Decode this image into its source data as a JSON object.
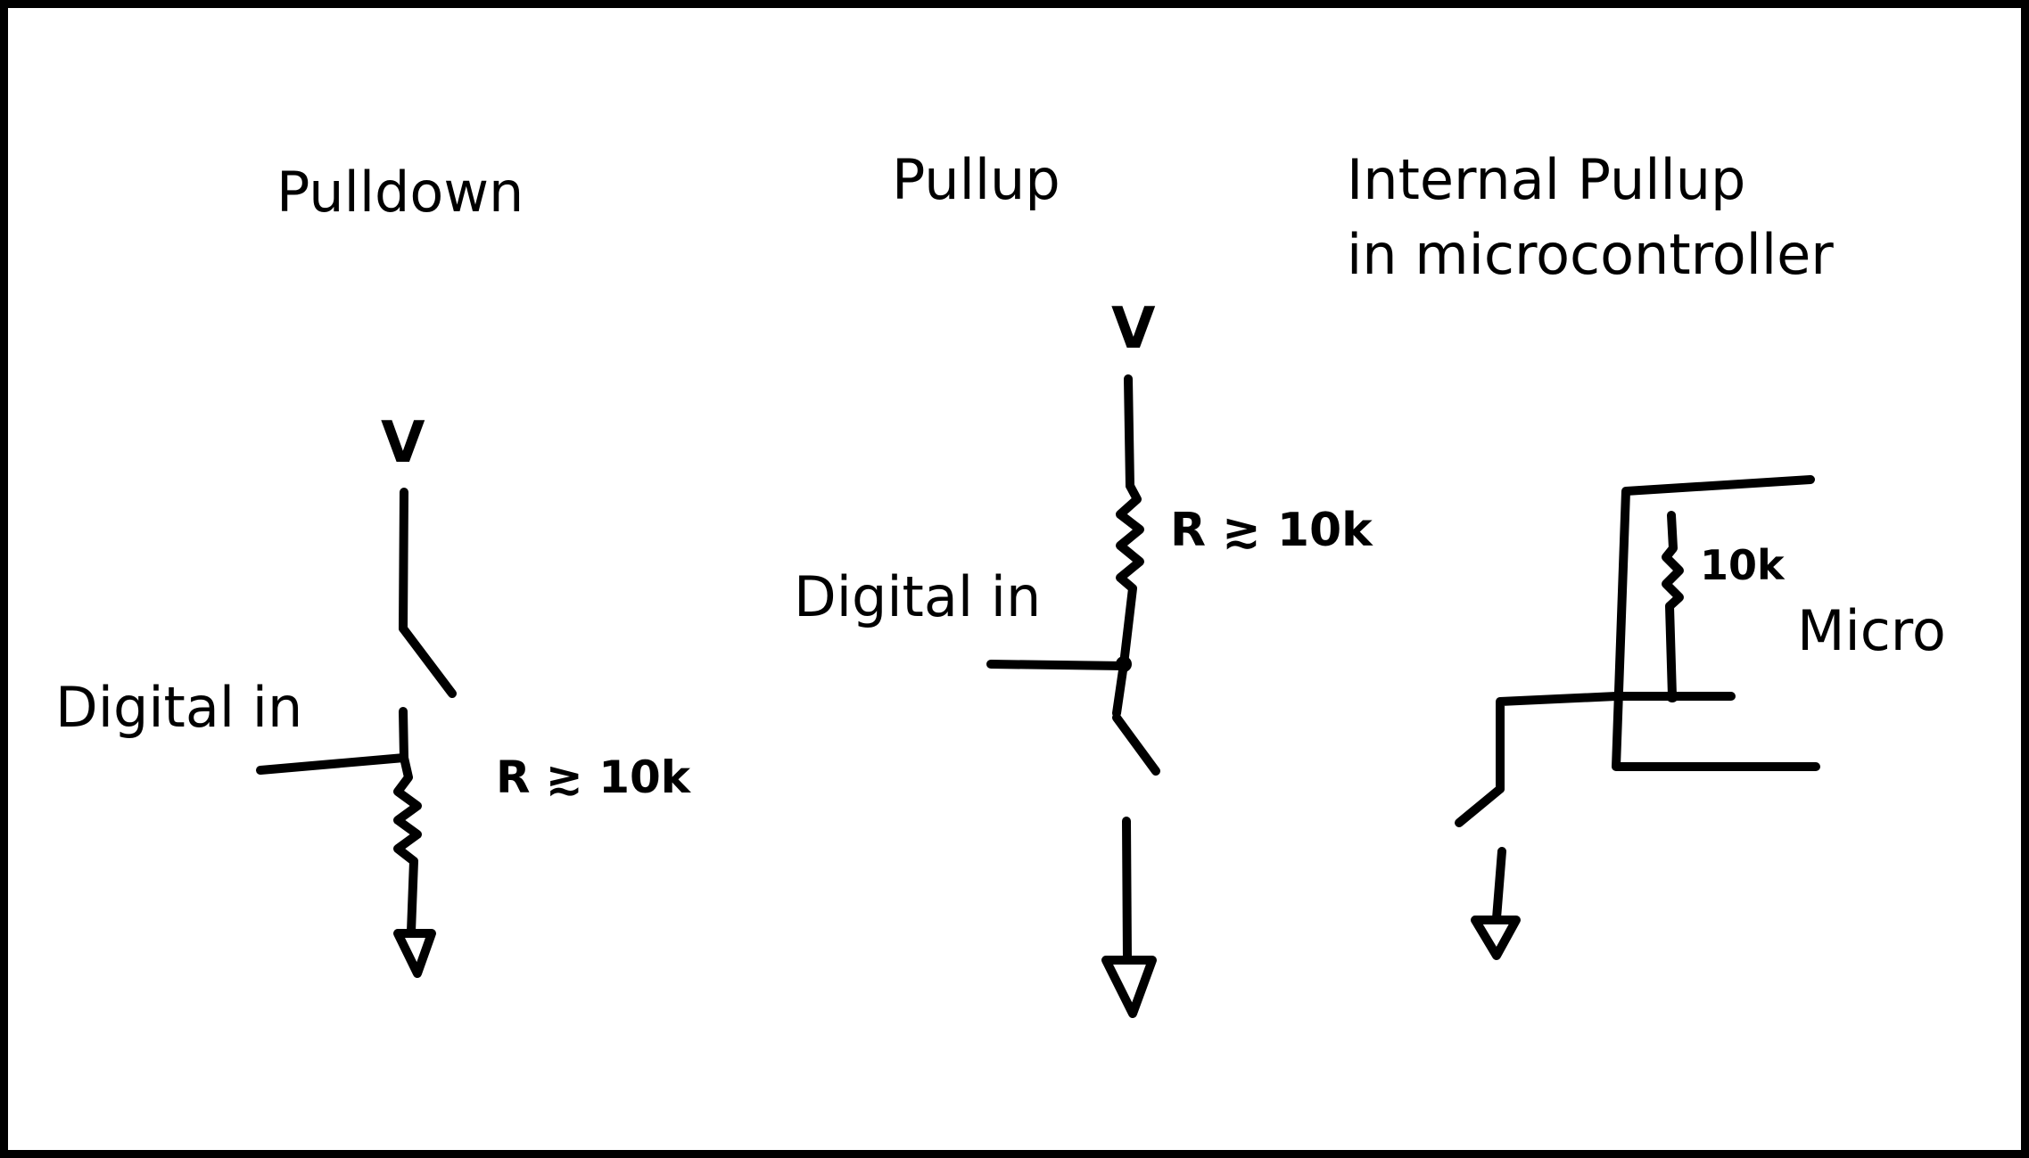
{
  "pulldown": {
    "title": "Pulldown",
    "supply": "V",
    "input_label": "Digital in",
    "resistor_label": "R ≳ 10k"
  },
  "pullup": {
    "title": "Pullup",
    "supply": "V",
    "input_label": "Digital in",
    "resistor_label": "R ≳ 10k"
  },
  "internal": {
    "title_line1": "Internal Pullup",
    "title_line2": "in microcontroller",
    "resistor_label": "10k",
    "chip_label": "Micro"
  },
  "colors": {
    "ink": "#000000",
    "paper": "#ffffff"
  }
}
